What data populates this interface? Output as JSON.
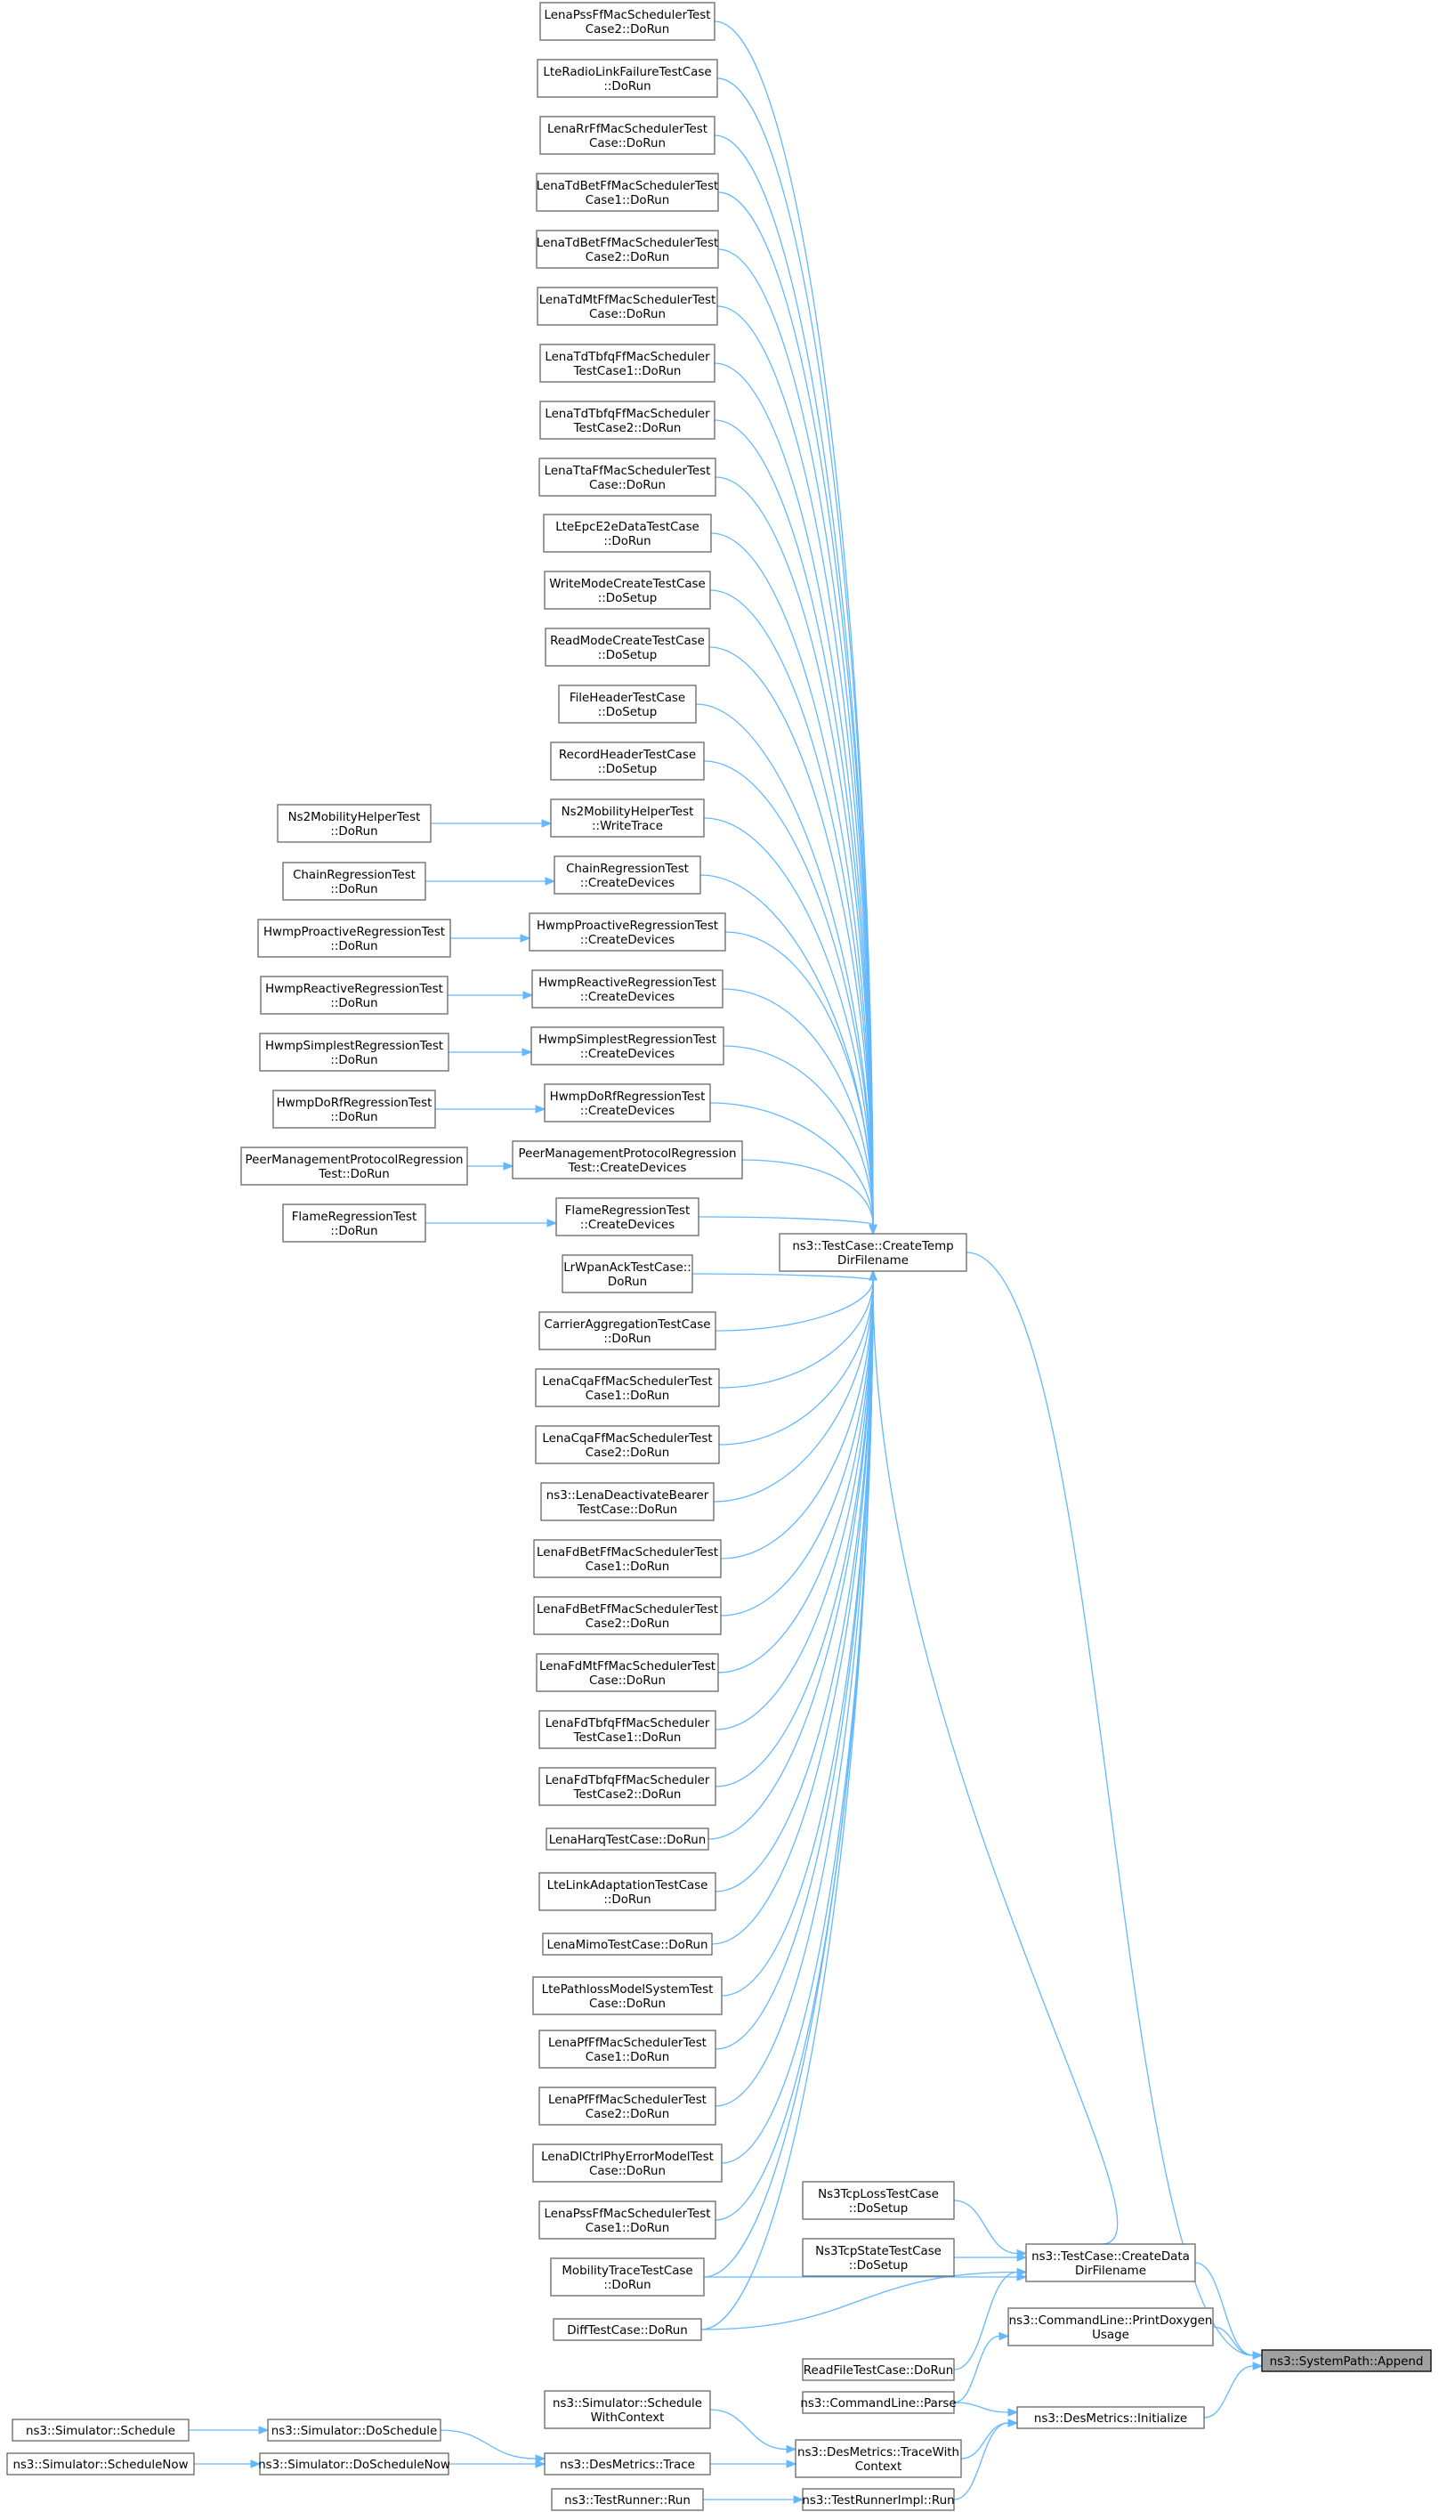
{
  "diagram": {
    "root": "A",
    "nodes": [
      {
        "id": "A",
        "lines": [
          "ns3::SystemPath::Append"
        ],
        "root": true
      },
      {
        "id": "B",
        "lines": [
          "ns3::TestCase::CreateTemp",
          "DirFilename"
        ]
      },
      {
        "id": "C",
        "lines": [
          "ns3::TestCase::CreateData",
          "DirFilename"
        ]
      },
      {
        "id": "D",
        "lines": [
          "ns3::CommandLine::PrintDoxygen",
          "Usage"
        ]
      },
      {
        "id": "E",
        "lines": [
          "ns3::DesMetrics::Initialize"
        ]
      },
      {
        "id": "L1",
        "lines": [
          "LenaPssFfMacSchedulerTest",
          "Case2::DoRun"
        ]
      },
      {
        "id": "L2",
        "lines": [
          "LteRadioLinkFailureTestCase",
          "::DoRun"
        ]
      },
      {
        "id": "L3",
        "lines": [
          "LenaRrFfMacSchedulerTest",
          "Case::DoRun"
        ]
      },
      {
        "id": "L4",
        "lines": [
          "LenaTdBetFfMacSchedulerTest",
          "Case1::DoRun"
        ]
      },
      {
        "id": "L5",
        "lines": [
          "LenaTdBetFfMacSchedulerTest",
          "Case2::DoRun"
        ]
      },
      {
        "id": "L6",
        "lines": [
          "LenaTdMtFfMacSchedulerTest",
          "Case::DoRun"
        ]
      },
      {
        "id": "L7",
        "lines": [
          "LenaTdTbfqFfMacScheduler",
          "TestCase1::DoRun"
        ]
      },
      {
        "id": "L8",
        "lines": [
          "LenaTdTbfqFfMacScheduler",
          "TestCase2::DoRun"
        ]
      },
      {
        "id": "L9",
        "lines": [
          "LenaTtaFfMacSchedulerTest",
          "Case::DoRun"
        ]
      },
      {
        "id": "L10",
        "lines": [
          "LteEpcE2eDataTestCase",
          "::DoRun"
        ]
      },
      {
        "id": "L11",
        "lines": [
          "WriteModeCreateTestCase",
          "::DoSetup"
        ]
      },
      {
        "id": "L12",
        "lines": [
          "ReadModeCreateTestCase",
          "::DoSetup"
        ]
      },
      {
        "id": "L13",
        "lines": [
          "FileHeaderTestCase",
          "::DoSetup"
        ]
      },
      {
        "id": "L14",
        "lines": [
          "RecordHeaderTestCase",
          "::DoSetup"
        ]
      },
      {
        "id": "L15",
        "lines": [
          "Ns2MobilityHelperTest",
          "::WriteTrace"
        ]
      },
      {
        "id": "L16",
        "lines": [
          "ChainRegressionTest",
          "::CreateDevices"
        ]
      },
      {
        "id": "L17",
        "lines": [
          "HwmpProactiveRegressionTest",
          "::CreateDevices"
        ]
      },
      {
        "id": "L18",
        "lines": [
          "HwmpReactiveRegressionTest",
          "::CreateDevices"
        ]
      },
      {
        "id": "L19",
        "lines": [
          "HwmpSimplestRegressionTest",
          "::CreateDevices"
        ]
      },
      {
        "id": "L20",
        "lines": [
          "HwmpDoRfRegressionTest",
          "::CreateDevices"
        ]
      },
      {
        "id": "L21",
        "lines": [
          "PeerManagementProtocolRegression",
          "Test::CreateDevices"
        ]
      },
      {
        "id": "L22",
        "lines": [
          "FlameRegressionTest",
          "::CreateDevices"
        ]
      },
      {
        "id": "L23",
        "lines": [
          "LrWpanAckTestCase::",
          "DoRun"
        ]
      },
      {
        "id": "L24",
        "lines": [
          "CarrierAggregationTestCase",
          "::DoRun"
        ]
      },
      {
        "id": "L25",
        "lines": [
          "LenaCqaFfMacSchedulerTest",
          "Case1::DoRun"
        ]
      },
      {
        "id": "L26",
        "lines": [
          "LenaCqaFfMacSchedulerTest",
          "Case2::DoRun"
        ]
      },
      {
        "id": "L27",
        "lines": [
          "ns3::LenaDeactivateBearer",
          "TestCase::DoRun"
        ]
      },
      {
        "id": "L28",
        "lines": [
          "LenaFdBetFfMacSchedulerTest",
          "Case1::DoRun"
        ]
      },
      {
        "id": "L29",
        "lines": [
          "LenaFdBetFfMacSchedulerTest",
          "Case2::DoRun"
        ]
      },
      {
        "id": "L30",
        "lines": [
          "LenaFdMtFfMacSchedulerTest",
          "Case::DoRun"
        ]
      },
      {
        "id": "L31",
        "lines": [
          "LenaFdTbfqFfMacScheduler",
          "TestCase1::DoRun"
        ]
      },
      {
        "id": "L32",
        "lines": [
          "LenaFdTbfqFfMacScheduler",
          "TestCase2::DoRun"
        ]
      },
      {
        "id": "L33",
        "lines": [
          "LenaHarqTestCase::DoRun"
        ]
      },
      {
        "id": "L34",
        "lines": [
          "LteLinkAdaptationTestCase",
          "::DoRun"
        ]
      },
      {
        "id": "L35",
        "lines": [
          "LenaMimoTestCase::DoRun"
        ]
      },
      {
        "id": "L36",
        "lines": [
          "LtePathlossModelSystemTest",
          "Case::DoRun"
        ]
      },
      {
        "id": "L37",
        "lines": [
          "LenaPfFfMacSchedulerTest",
          "Case1::DoRun"
        ]
      },
      {
        "id": "L38",
        "lines": [
          "LenaPfFfMacSchedulerTest",
          "Case2::DoRun"
        ]
      },
      {
        "id": "L39",
        "lines": [
          "LenaDlCtrlPhyErrorModelTest",
          "Case::DoRun"
        ]
      },
      {
        "id": "L40",
        "lines": [
          "LenaPssFfMacSchedulerTest",
          "Case1::DoRun"
        ]
      },
      {
        "id": "L41",
        "lines": [
          "MobilityTraceTestCase",
          "::DoRun"
        ]
      },
      {
        "id": "L42",
        "lines": [
          "DiffTestCase::DoRun"
        ]
      },
      {
        "id": "N2",
        "lines": [
          "Ns2MobilityHelperTest",
          "::DoRun"
        ]
      },
      {
        "id": "CH",
        "lines": [
          "ChainRegressionTest",
          "::DoRun"
        ]
      },
      {
        "id": "HP",
        "lines": [
          "HwmpProactiveRegressionTest",
          "::DoRun"
        ]
      },
      {
        "id": "HR",
        "lines": [
          "HwmpReactiveRegressionTest",
          "::DoRun"
        ]
      },
      {
        "id": "HS",
        "lines": [
          "HwmpSimplestRegressionTest",
          "::DoRun"
        ]
      },
      {
        "id": "HD",
        "lines": [
          "HwmpDoRfRegressionTest",
          "::DoRun"
        ]
      },
      {
        "id": "PM",
        "lines": [
          "PeerManagementProtocolRegression",
          "Test::DoRun"
        ]
      },
      {
        "id": "FR",
        "lines": [
          "FlameRegressionTest",
          "::DoRun"
        ]
      },
      {
        "id": "TL",
        "lines": [
          "Ns3TcpLossTestCase",
          "::DoSetup"
        ]
      },
      {
        "id": "TS",
        "lines": [
          "Ns3TcpStateTestCase",
          "::DoSetup"
        ]
      },
      {
        "id": "RF",
        "lines": [
          "ReadFileTestCase::DoRun"
        ]
      },
      {
        "id": "CP",
        "lines": [
          "ns3::CommandLine::Parse"
        ]
      },
      {
        "id": "SW",
        "lines": [
          "ns3::Simulator::Schedule",
          "WithContext"
        ]
      },
      {
        "id": "TW",
        "lines": [
          "ns3::DesMetrics::TraceWith",
          "Context"
        ]
      },
      {
        "id": "TR",
        "lines": [
          "ns3::DesMetrics::Trace"
        ]
      },
      {
        "id": "TRI",
        "lines": [
          "ns3::TestRunnerImpl::Run"
        ]
      },
      {
        "id": "TRR",
        "lines": [
          "ns3::TestRunner::Run"
        ]
      },
      {
        "id": "DS",
        "lines": [
          "ns3::Simulator::DoSchedule"
        ]
      },
      {
        "id": "DSN",
        "lines": [
          "ns3::Simulator::DoScheduleNow"
        ]
      },
      {
        "id": "SS",
        "lines": [
          "ns3::Simulator::Schedule"
        ]
      },
      {
        "id": "SN",
        "lines": [
          "ns3::Simulator::ScheduleNow"
        ]
      }
    ],
    "edges": [
      [
        "B",
        "A"
      ],
      [
        "C",
        "A"
      ],
      [
        "D",
        "A"
      ],
      [
        "E",
        "A"
      ],
      [
        "L1",
        "B"
      ],
      [
        "L2",
        "B"
      ],
      [
        "L3",
        "B"
      ],
      [
        "L4",
        "B"
      ],
      [
        "L5",
        "B"
      ],
      [
        "L6",
        "B"
      ],
      [
        "L7",
        "B"
      ],
      [
        "L8",
        "B"
      ],
      [
        "L9",
        "B"
      ],
      [
        "L10",
        "B"
      ],
      [
        "L11",
        "B"
      ],
      [
        "L12",
        "B"
      ],
      [
        "L13",
        "B"
      ],
      [
        "L14",
        "B"
      ],
      [
        "L15",
        "B"
      ],
      [
        "L16",
        "B"
      ],
      [
        "L17",
        "B"
      ],
      [
        "L18",
        "B"
      ],
      [
        "L19",
        "B"
      ],
      [
        "L20",
        "B"
      ],
      [
        "L21",
        "B"
      ],
      [
        "L22",
        "B"
      ],
      [
        "L23",
        "B"
      ],
      [
        "L24",
        "B"
      ],
      [
        "L25",
        "B"
      ],
      [
        "L26",
        "B"
      ],
      [
        "L27",
        "B"
      ],
      [
        "L28",
        "B"
      ],
      [
        "L29",
        "B"
      ],
      [
        "L30",
        "B"
      ],
      [
        "L31",
        "B"
      ],
      [
        "L32",
        "B"
      ],
      [
        "L33",
        "B"
      ],
      [
        "L34",
        "B"
      ],
      [
        "L35",
        "B"
      ],
      [
        "L36",
        "B"
      ],
      [
        "L37",
        "B"
      ],
      [
        "L38",
        "B"
      ],
      [
        "L39",
        "B"
      ],
      [
        "L40",
        "B"
      ],
      [
        "L41",
        "B"
      ],
      [
        "L42",
        "B"
      ],
      [
        "C",
        "B"
      ],
      [
        "N2",
        "L15"
      ],
      [
        "CH",
        "L16"
      ],
      [
        "HP",
        "L17"
      ],
      [
        "HR",
        "L18"
      ],
      [
        "HS",
        "L19"
      ],
      [
        "HD",
        "L20"
      ],
      [
        "PM",
        "L21"
      ],
      [
        "FR",
        "L22"
      ],
      [
        "TL",
        "C"
      ],
      [
        "TS",
        "C"
      ],
      [
        "L41",
        "C"
      ],
      [
        "L42",
        "C"
      ],
      [
        "RF",
        "C"
      ],
      [
        "CP",
        "D"
      ],
      [
        "TW",
        "E"
      ],
      [
        "TRI",
        "E"
      ],
      [
        "CP",
        "E"
      ],
      [
        "SW",
        "TW"
      ],
      [
        "TR",
        "TW"
      ],
      [
        "DS",
        "TR"
      ],
      [
        "DSN",
        "TR"
      ],
      [
        "SS",
        "DS"
      ],
      [
        "SN",
        "DSN"
      ],
      [
        "TRR",
        "TRI"
      ]
    ]
  }
}
